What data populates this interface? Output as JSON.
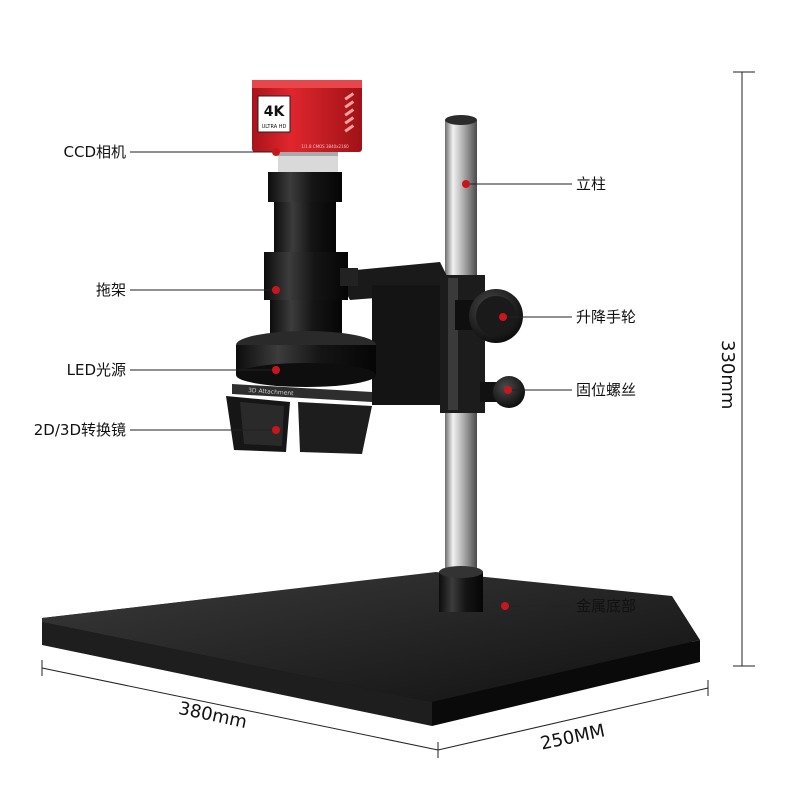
{
  "camera": {
    "badge_4k": "4K",
    "badge_sub": "ULTRA HD",
    "model_text": "1/1.8 CMOS  3840x2160"
  },
  "attachment_text": "3D Attachment",
  "labels": {
    "left": [
      "CCD相机",
      "拖架",
      "LED光源",
      "2D/3D转换镜"
    ],
    "right": [
      "立柱",
      "升降手轮",
      "固位螺丝",
      "金属底部"
    ]
  },
  "dimensions": {
    "height": "330mm",
    "width": "380mm",
    "depth": "250MM"
  },
  "colors": {
    "camera_red": "#d8232a",
    "marker_red": "#c8161d",
    "line": "#222222",
    "metal_dark": "#1b1b1b"
  }
}
